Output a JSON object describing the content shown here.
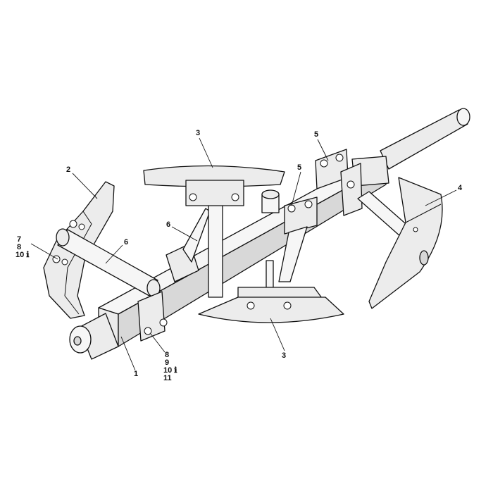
{
  "callouts": {
    "c1": "1",
    "c2": "2",
    "c3_top": "3",
    "c3_bottom": "3",
    "c4": "4",
    "c5_a": "5",
    "c5_b": "5",
    "c6_a": "6",
    "c6_b": "6",
    "left_stack": [
      "7",
      "8",
      "10 ℹ"
    ],
    "bottom_stack": [
      "8",
      "9",
      "10 ℹ",
      "11"
    ]
  }
}
